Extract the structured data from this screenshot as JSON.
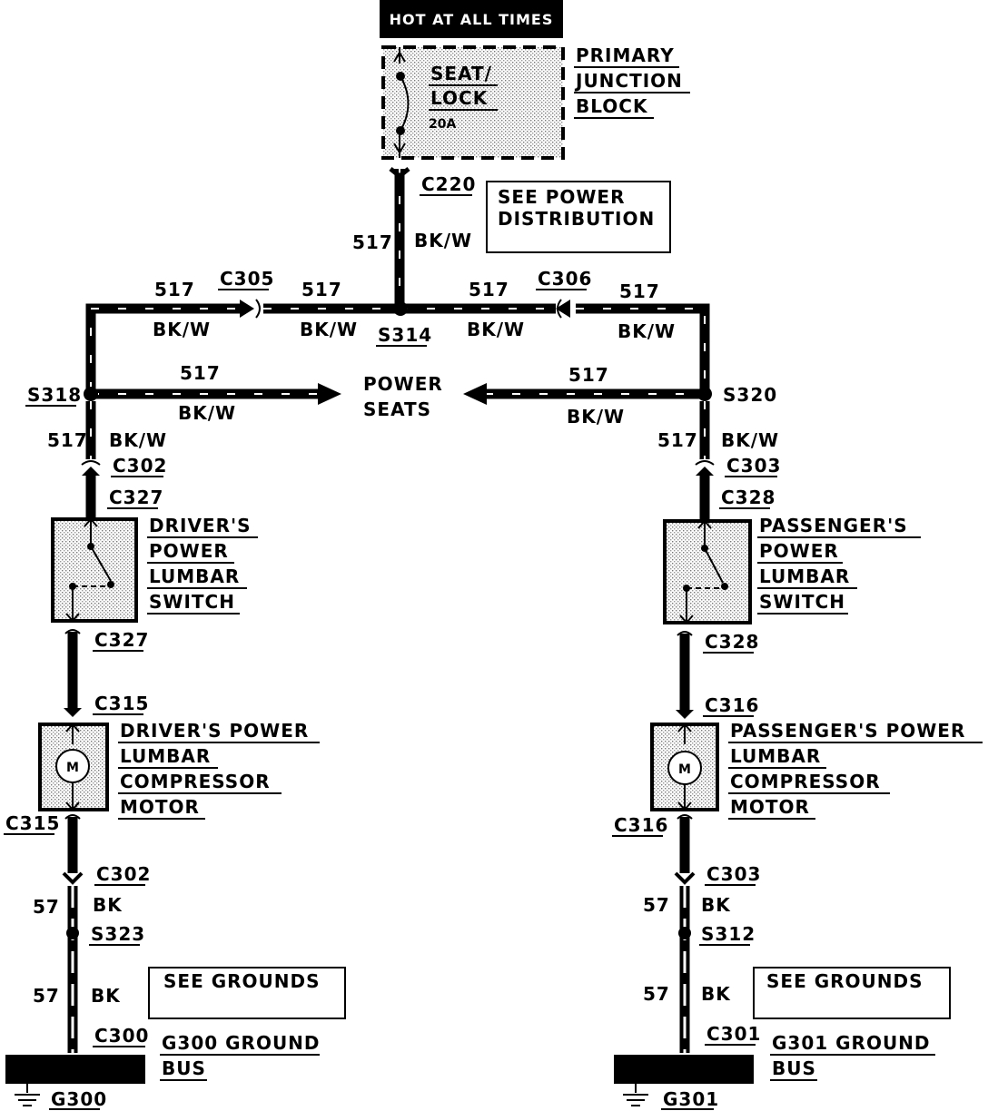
{
  "hot_label": "HOT AT ALL TIMES",
  "fuse": {
    "name_line1": "SEAT/",
    "name_line2": "LOCK",
    "rating": "20A"
  },
  "primary_junction_block": [
    "PRIMARY",
    "JUNCTION",
    "BLOCK"
  ],
  "connectors": {
    "c220": "C220",
    "c305": "C305",
    "c306": "C306",
    "c302_top": "C302",
    "c303_top": "C303",
    "c327_top": "C327",
    "c327_bottom": "C327",
    "c328_top": "C328",
    "c328_bottom": "C328",
    "c315_top": "C315",
    "c315_bottom": "C315",
    "c316_top": "C316",
    "c316_bottom": "C316",
    "c302_bottom": "C302",
    "c303_bottom": "C303",
    "c300": "C300",
    "c301": "C301"
  },
  "splices": {
    "s314": "S314",
    "s318": "S318",
    "s320": "S320",
    "s323": "S323",
    "s312": "S312"
  },
  "see_power_distribution": [
    "SEE POWER",
    "DISTRIBUTION"
  ],
  "power_seats": [
    "POWER",
    "SEATS"
  ],
  "circuit_517": "517",
  "circuit_57": "57",
  "color_bkw": "BK/W",
  "color_bk": "BK",
  "driver_switch": [
    "DRIVER'S",
    "POWER",
    "LUMBAR",
    "SWITCH"
  ],
  "passenger_switch": [
    "PASSENGER'S",
    "POWER",
    "LUMBAR",
    "SWITCH"
  ],
  "driver_motor": [
    "DRIVER'S POWER",
    "LUMBAR",
    "COMPRESSOR",
    "MOTOR"
  ],
  "passenger_motor": [
    "PASSENGER'S POWER",
    "LUMBAR",
    "COMPRESSOR",
    "MOTOR"
  ],
  "motor_symbol": "M",
  "see_grounds": "SEE GROUNDS",
  "ground_left": {
    "bus": [
      "G300 GROUND",
      "BUS"
    ],
    "label": "G300"
  },
  "ground_right": {
    "bus": [
      "G301 GROUND",
      "BUS"
    ],
    "label": "G301"
  }
}
